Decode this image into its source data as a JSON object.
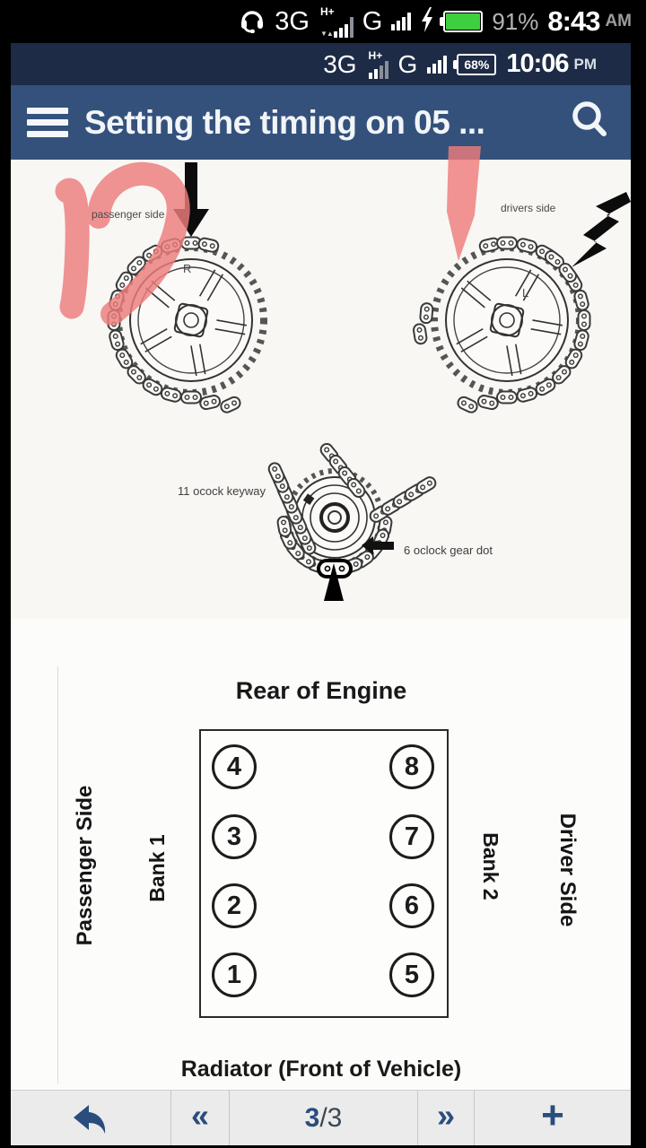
{
  "status_outer": {
    "network1": "3G",
    "network1_sub": "H+",
    "network2": "G",
    "battery_pct": "91%",
    "time": "8:43",
    "ampm": "AM"
  },
  "status_inner": {
    "network1": "3G",
    "network1_sub": "H+",
    "network2": "G",
    "battery_pct": "68%",
    "time": "10:06",
    "ampm": "PM"
  },
  "appbar": {
    "title": "Setting the timing on 05 ..."
  },
  "diagram": {
    "passenger_label": "passenger side",
    "drivers_label": "drivers side",
    "r_mark": "R",
    "l_mark": "L",
    "keyway_label": "11 ocock keyway",
    "gear_dot_label": "6 oclock gear dot"
  },
  "firing_order": {
    "heading": "Rear of Engine",
    "footer": "Radiator (Front of Vehicle)",
    "left_side": "Passenger Side",
    "right_side": "Driver Side",
    "bank1": "Bank 1",
    "bank2": "Bank 2",
    "bank1_cylinders": [
      "4",
      "3",
      "2",
      "1"
    ],
    "bank2_cylinders": [
      "8",
      "7",
      "6",
      "5"
    ]
  },
  "toolbar": {
    "page_current": "3",
    "page_sep": "/",
    "page_total": "3",
    "prev_icon": "«",
    "next_icon": "»",
    "add_icon": "+"
  },
  "icons": {
    "updown": "▼▲"
  },
  "colors": {
    "header_bg": "#34517c",
    "status_inner_bg": "#1e2b46",
    "toolbar_icon": "#2b4d7d",
    "battery_green": "#3ecf3e",
    "red_marker": "#ee7d7d"
  }
}
